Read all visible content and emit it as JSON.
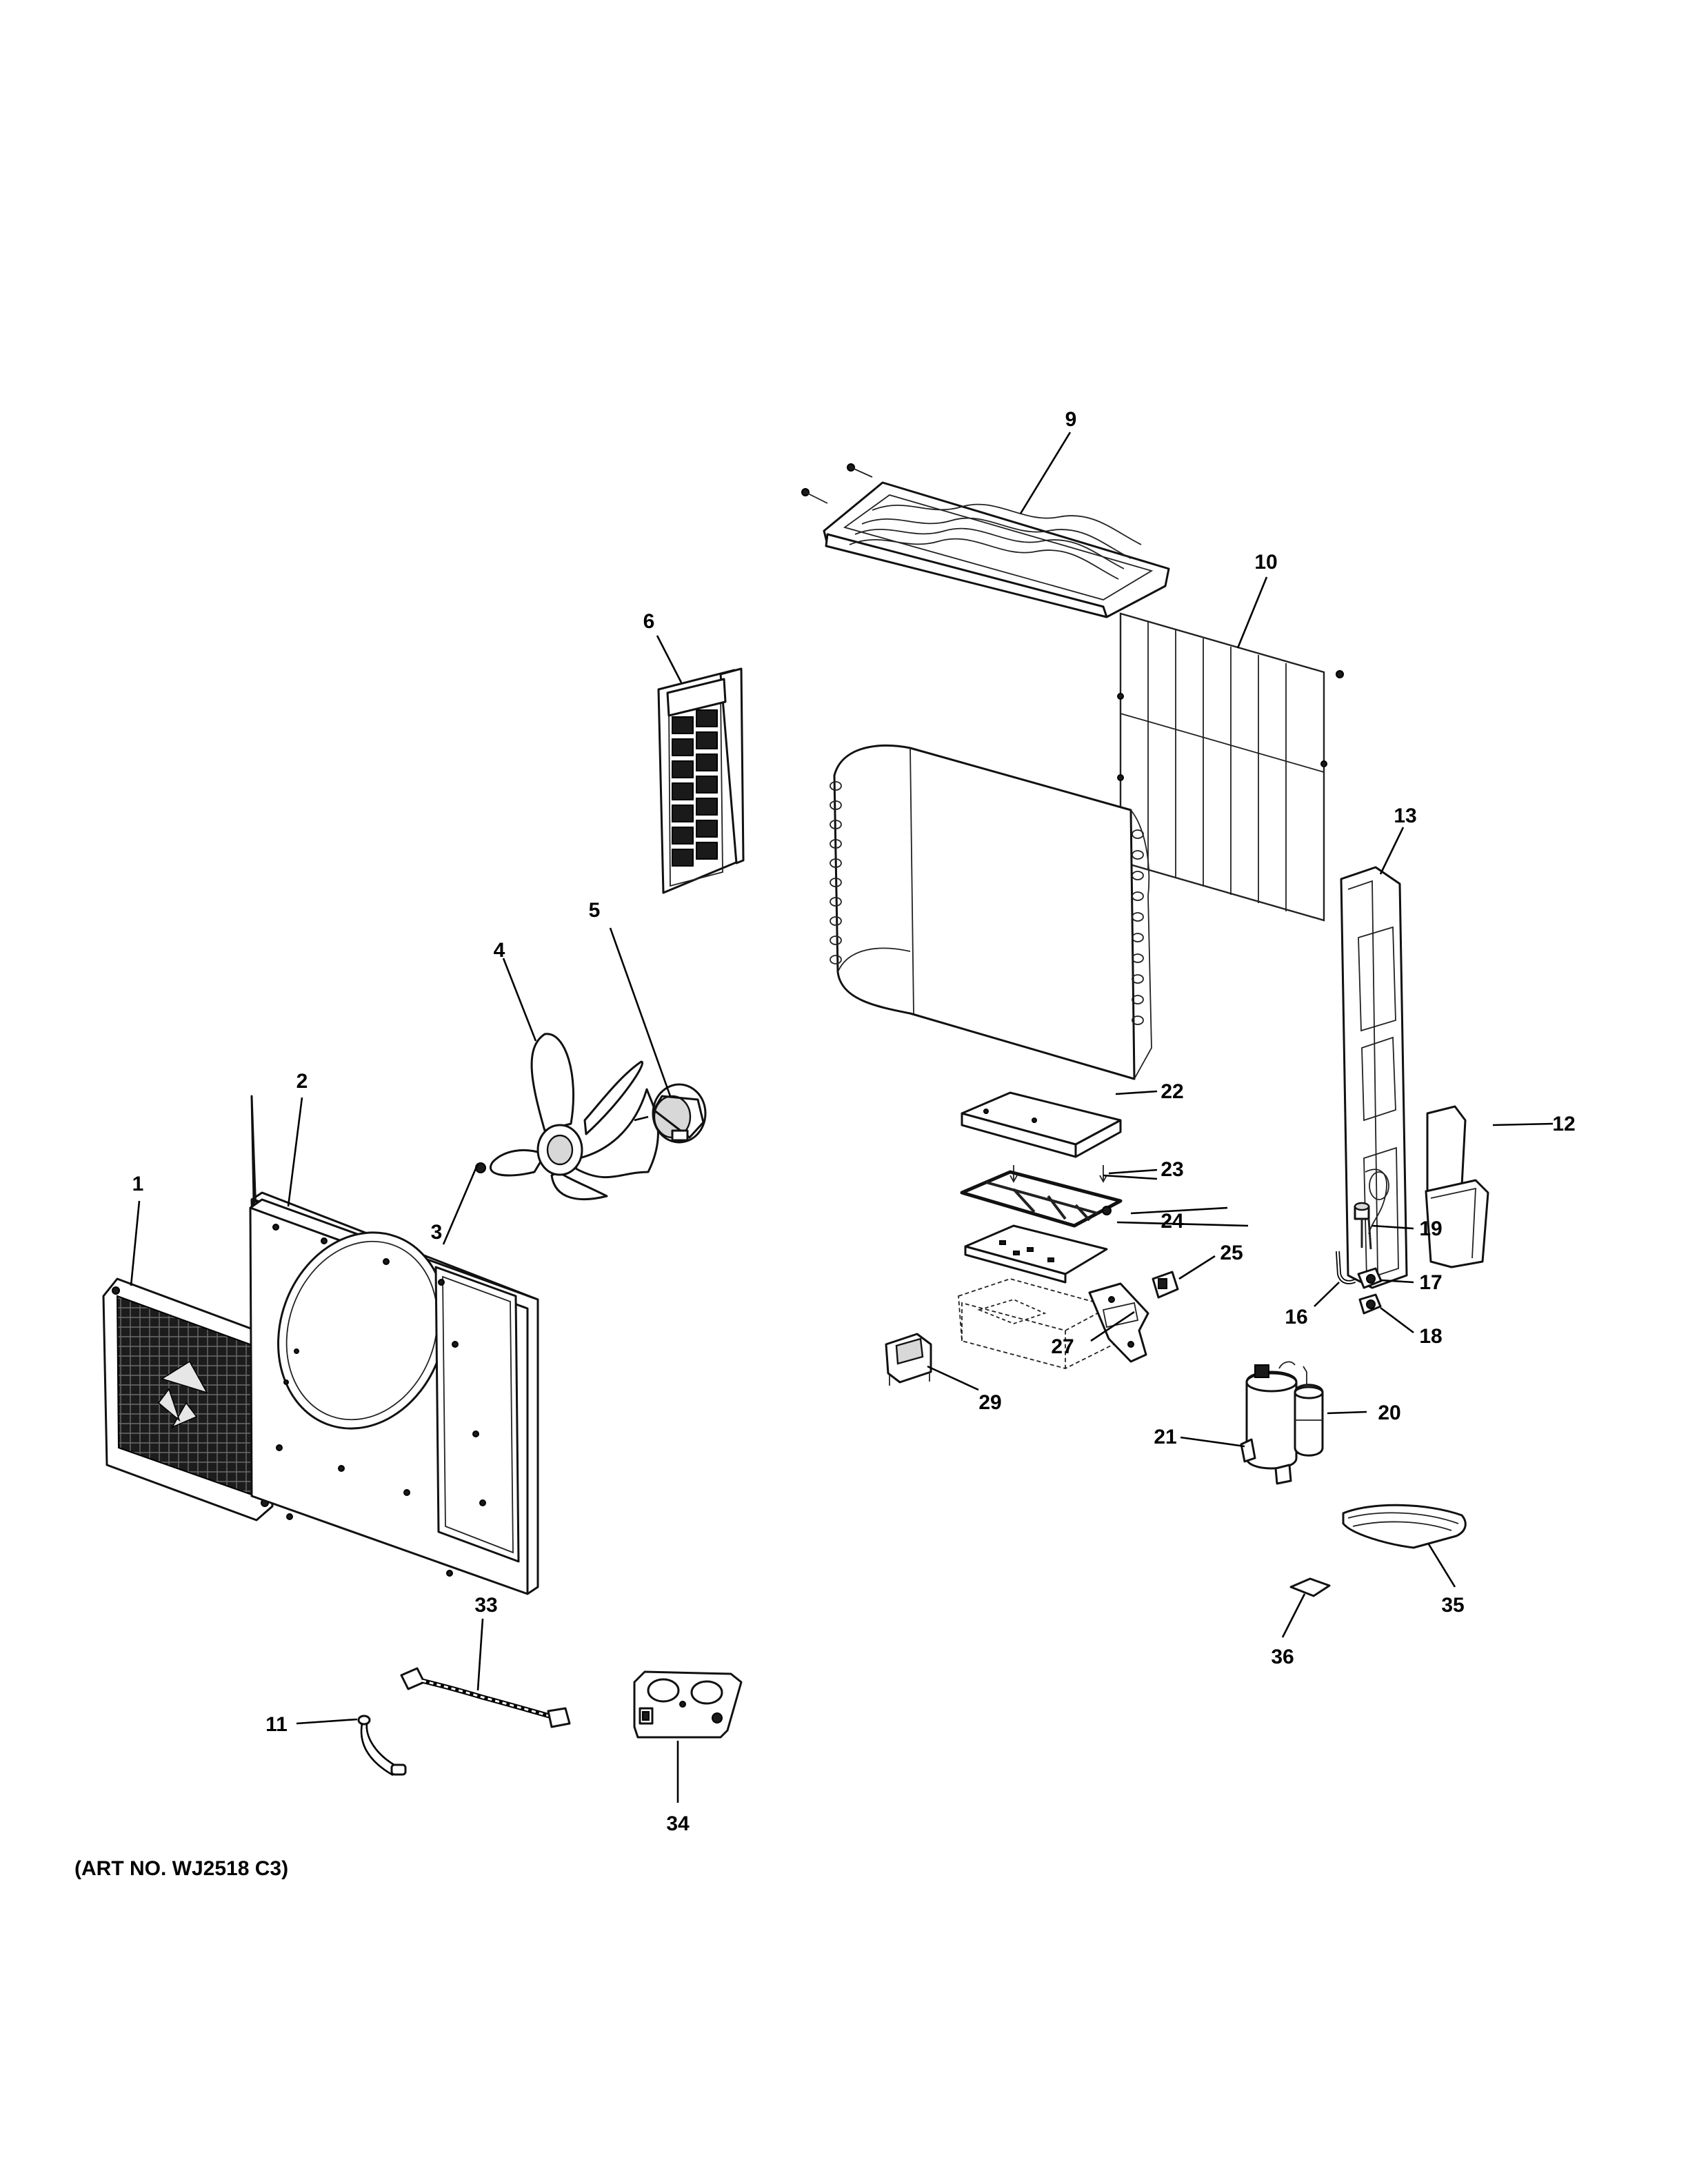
{
  "caption": "(ART NO. WJ2518 C3)",
  "callouts": {
    "p1": "1",
    "p2": "2",
    "p3": "3",
    "p4": "4",
    "p5": "5",
    "p6": "6",
    "p9": "9",
    "p10": "10",
    "p11": "11",
    "p12": "12",
    "p13": "13",
    "p16": "16",
    "p17": "17",
    "p18": "18",
    "p19": "19",
    "p20": "20",
    "p21": "21",
    "p22": "22",
    "p23": "23",
    "p24": "24",
    "p25": "25",
    "p27": "27",
    "p29": "29",
    "p33": "33",
    "p34": "34",
    "p35": "35",
    "p36": "36"
  }
}
